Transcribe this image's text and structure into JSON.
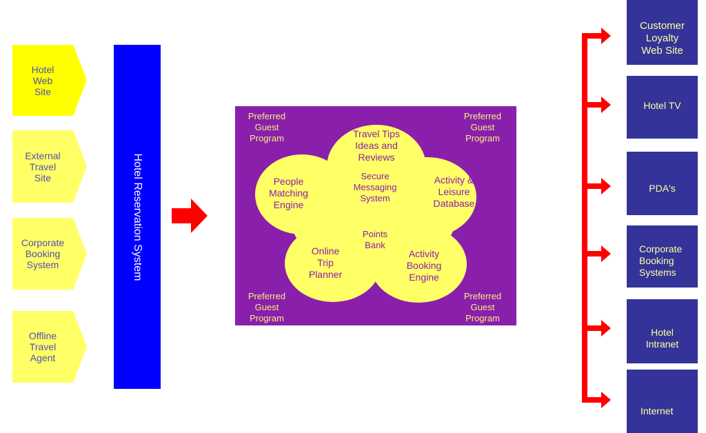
{
  "sources": [
    {
      "label": "Hotel\nWeb\nSite",
      "color": "#ffff00"
    },
    {
      "label": "External\nTravel\nSite",
      "color": "#ffff66"
    },
    {
      "label": "Corporate\nBooking\nSystem",
      "color": "#ffff66"
    },
    {
      "label": "Offline\nTravel\nAgent",
      "color": "#ffff66"
    }
  ],
  "reservation_bar": {
    "label": "Hotel Reservation System",
    "color": "#0000ff"
  },
  "panel": {
    "color": "#8a1fac",
    "corners": {
      "top_left": "Preferred\nGuest\nProgram",
      "top_right": "Preferred\nGuest\nProgram",
      "bottom_left": "Preferred\nGuest\nProgram",
      "bottom_right": "Preferred\nGuest\nProgram"
    },
    "petals": {
      "top": "Travel Tips\nIdeas and\nReviews",
      "left": "People\nMatching\nEngine",
      "right": "Activity &\nLeisure\nDatabase",
      "bottom_left": "Online\nTrip\nPlanner",
      "bottom_right": "Activity\nBooking\nEngine"
    },
    "center_top": "Secure\nMessaging\nSystem",
    "center_bottom": "Points\nBank",
    "flower_color": "#ffff66"
  },
  "arrow_color": "#ff0000",
  "destinations": [
    {
      "label": "Customer\nLoyalty\nWeb Site"
    },
    {
      "label": "Hotel TV"
    },
    {
      "label": "PDA's"
    },
    {
      "label": "Corporate\nBooking\nSystems"
    },
    {
      "label": "Hotel\nIntranet"
    },
    {
      "label": "Internet"
    }
  ]
}
